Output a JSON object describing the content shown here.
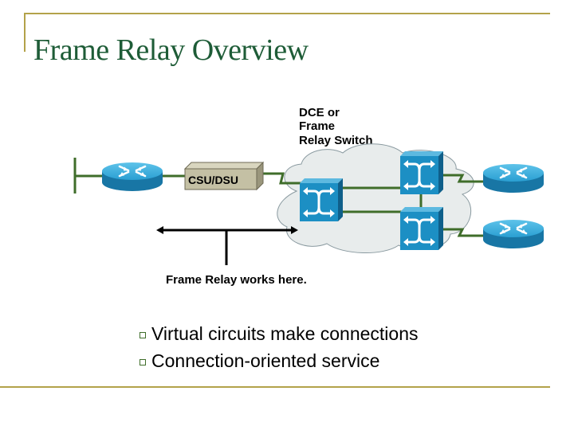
{
  "slide": {
    "title": "Frame Relay Overview",
    "accent_color": "#b3a24a",
    "title_color": "#1e5c37"
  },
  "diagram": {
    "dce_label_lines": [
      "DCE or",
      "Frame",
      "Relay Switch"
    ],
    "csu_dsu_label": "CSU/DSU",
    "works_here_label": "Frame Relay works here.",
    "nodes": [
      {
        "type": "router",
        "name": "local-router"
      },
      {
        "type": "csu-dsu",
        "name": "csu-dsu"
      },
      {
        "type": "frame-relay-switch",
        "name": "switch-left"
      },
      {
        "type": "frame-relay-switch",
        "name": "switch-top-right"
      },
      {
        "type": "frame-relay-switch",
        "name": "switch-bottom-right"
      },
      {
        "type": "router",
        "name": "remote-router-top"
      },
      {
        "type": "router",
        "name": "remote-router-bottom"
      }
    ],
    "colors": {
      "link": "#3f6d2a",
      "device_blue": "#1c8fc4",
      "cloud_fill": "#e8ecec",
      "csu_fill": "#c4c0a4"
    }
  },
  "bullets": [
    "Virtual circuits make connections",
    "Connection-oriented service"
  ]
}
